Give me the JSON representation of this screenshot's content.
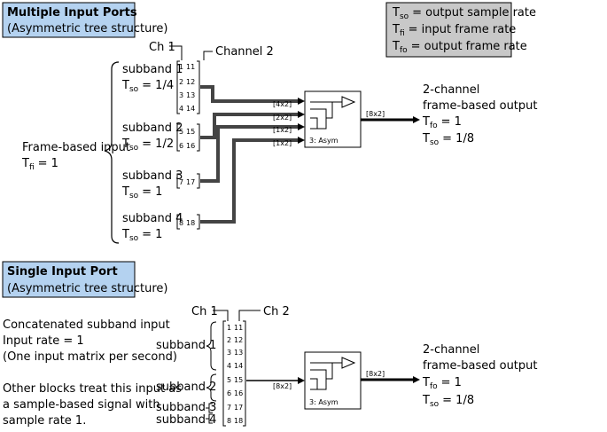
{
  "top_section": {
    "title": "Multiple Input Ports",
    "subtitle": "(Asymmetric tree structure)",
    "legend": {
      "tso": "= output sample rate",
      "tfi": "= input frame rate",
      "tfo": "= output frame rate"
    },
    "ch1": "Ch 1",
    "ch2": "Channel 2",
    "input_label": "Frame-based input",
    "input_rate": "= 1",
    "subbands": [
      {
        "label": "subband 1",
        "rate": "= 1/4",
        "ch1_values": [
          "1",
          "2",
          "3",
          "4"
        ],
        "ch2_values": [
          "11",
          "12",
          "13",
          "14"
        ]
      },
      {
        "label": "subband 2",
        "rate": "= 1/2",
        "ch1_values": [
          "5",
          "6"
        ],
        "ch2_values": [
          "15",
          "16"
        ]
      },
      {
        "label": "subband 3",
        "rate": "= 1",
        "ch1_values": [
          "7"
        ],
        "ch2_values": [
          "17"
        ]
      },
      {
        "label": "subband 4",
        "rate": "= 1",
        "ch1_values": [
          "8"
        ],
        "ch2_values": [
          "18"
        ]
      }
    ],
    "port_dims": [
      "[4x2]",
      "[2x2]",
      "[1x2]",
      "[1x2]"
    ],
    "block_label": "3: Asym",
    "output_dim": "[8x2]",
    "output_label_1": "2-channel",
    "output_label_2": "frame-based output",
    "output_tfo": "= 1",
    "output_tso": "= 1/8"
  },
  "bottom_section": {
    "title": "Single Input Port",
    "subtitle": "(Asymmetric tree structure)",
    "desc_lines": [
      "Concatenated subband input",
      "Input rate = 1",
      "(One input matrix per second)"
    ],
    "desc2_lines": [
      "Other blocks treat this input as",
      "a sample-based signal with",
      "sample rate 1."
    ],
    "ch1": "Ch 1",
    "ch2": "Ch 2",
    "subbands": [
      "subband 1",
      "subband 2",
      "subband 3",
      "subband 4"
    ],
    "col1": [
      "1",
      "2",
      "3",
      "4",
      "5",
      "6",
      "7",
      "8"
    ],
    "col2": [
      "11",
      "12",
      "13",
      "14",
      "15",
      "16",
      "17",
      "18"
    ],
    "input_dim": "[8x2]",
    "block_label": "3: Asym",
    "output_dim": "[8x2]",
    "output_label_1": "2-channel",
    "output_label_2": "frame-based output",
    "output_tfo": "= 1",
    "output_tso": "= 1/8"
  },
  "symbols": {
    "T": "T",
    "so": "so",
    "fi": "fi",
    "fo": "fo"
  },
  "colors": {
    "title_box": "#b4d2f0",
    "legend_box": "#c8c8c8",
    "block_fill": "#ffffff"
  }
}
